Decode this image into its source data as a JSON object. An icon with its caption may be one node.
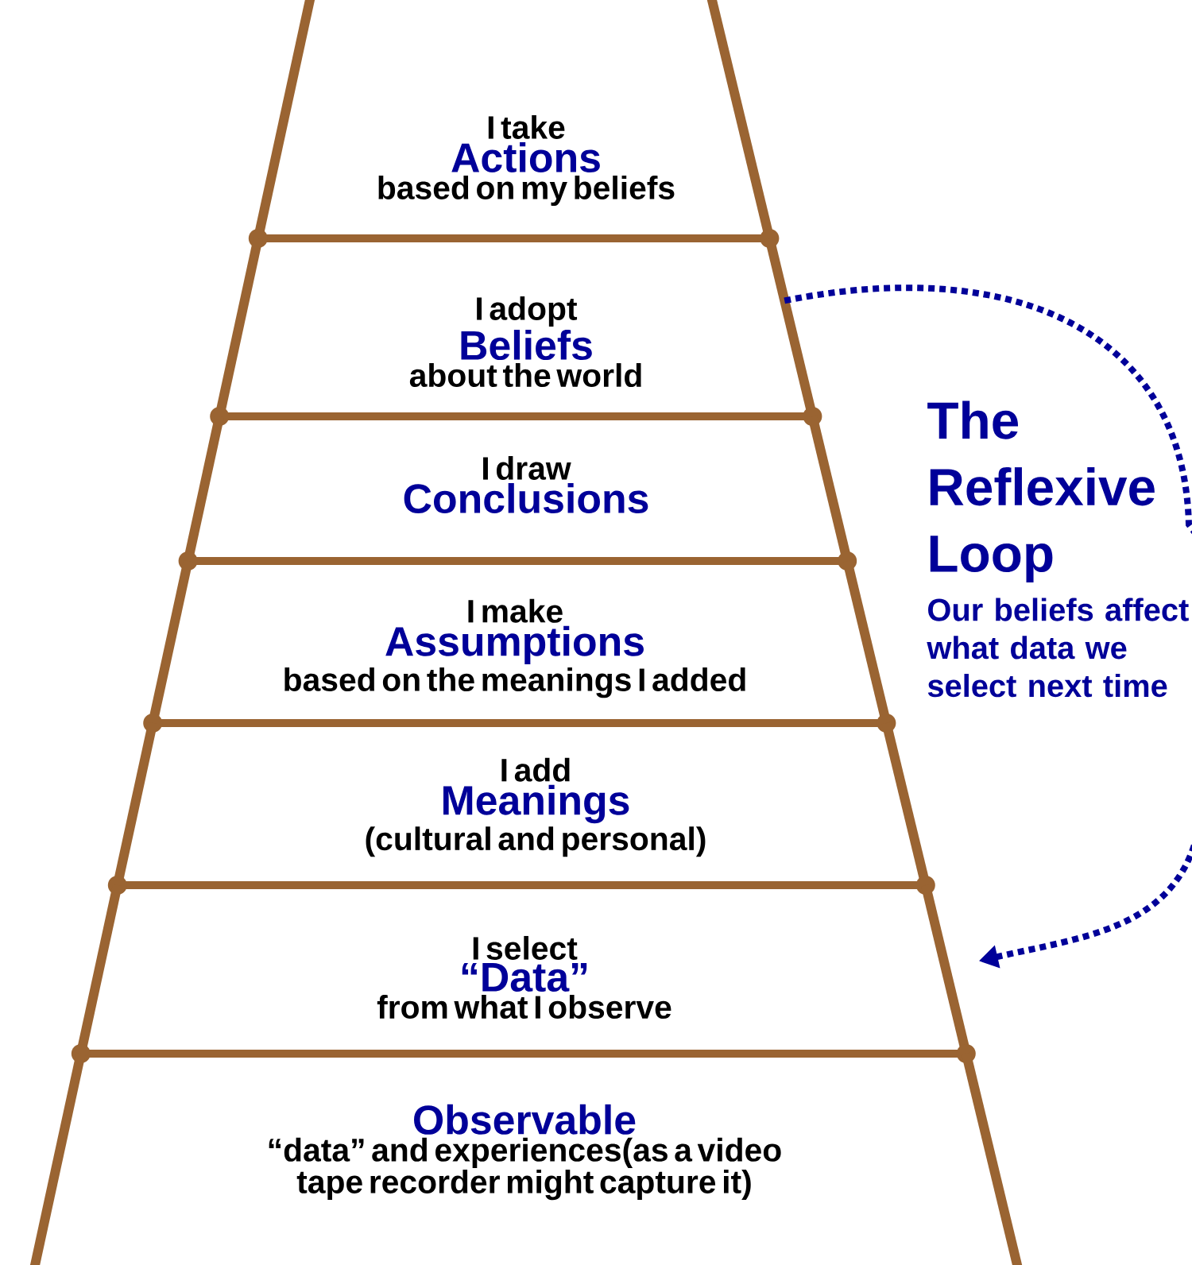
{
  "diagram": {
    "nodes": [
      {
        "text": [
          "I take",
          "Actions",
          "based on my beliefs"
        ]
      },
      {
        "text": [
          "I adopt",
          "Beliefs",
          "about the world"
        ]
      },
      {
        "text": [
          "I draw",
          "Conclusions"
        ]
      },
      {
        "text": [
          "I make",
          "Assumptions",
          "based on the meanings I added"
        ]
      },
      {
        "text": [
          "I add",
          "Meanings",
          "(cultural and personal)"
        ]
      },
      {
        "text": [
          "I select",
          "“Data”",
          "from what I observe"
        ]
      },
      {
        "text": [
          "Observable",
          "“data” and experiences(as a video tape recorder might capture it)"
        ]
      }
    ],
    "edges": [
      {
        "from": 1,
        "to": 5,
        "arrow": "to",
        "style": "dashed"
      }
    ],
    "labels": [
      "The Reflexive Loop",
      "Our beliefs affect what data we select next time"
    ]
  }
}
